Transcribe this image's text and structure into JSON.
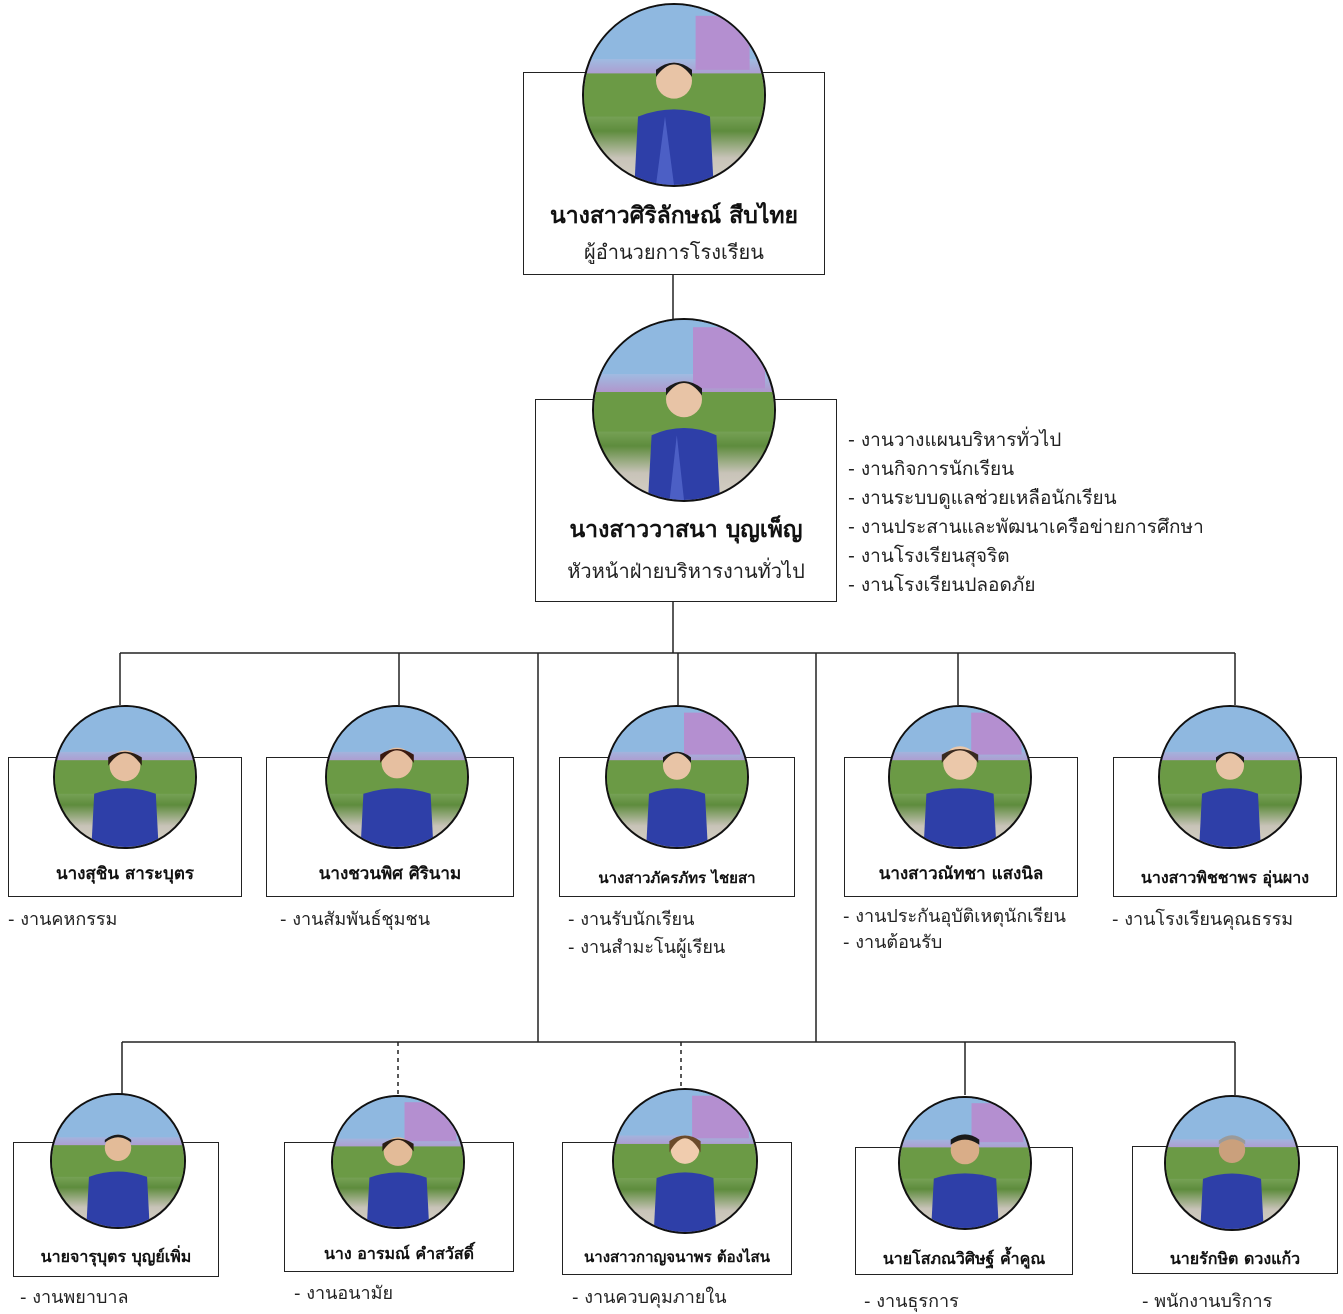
{
  "colors": {
    "line": "#222222",
    "uniform": "#2e3fa8",
    "text": "#111111"
  },
  "director": {
    "name": "นางสาวศิริลักษณ์ สืบไทย",
    "role": "ผู้อำนวยการโรงเรียน"
  },
  "head": {
    "name": "นางสาววาสนา บุญเพ็ญ",
    "role": "หัวหน้าฝ่ายบริหารงานทั่วไป",
    "duties": [
      "- งานวางแผนบริหารทั่วไป",
      "- งานกิจการนักเรียน",
      "- งานระบบดูแลช่วยเหลือนักเรียน",
      "- งานประสานและพัฒนาเครือข่ายการศึกษา",
      "- งานโรงเรียนสุจริต",
      "- งานโรงเรียนปลอดภัย"
    ]
  },
  "row1": [
    {
      "name": "นางสุชิน สาระบุตร",
      "duties": [
        "- งานคหกรรม"
      ]
    },
    {
      "name": "นางชวนพิศ ศิรินาม",
      "duties": [
        "- งานสัมพันธ์ชุมชน"
      ]
    },
    {
      "name": "นางสาวภัครภัทร ไชยสา",
      "duties": [
        "- งานรับนักเรียน",
        "- งานสำมะโนผู้เรียน"
      ]
    },
    {
      "name": "นางสาวณัทชา แสงนิล",
      "duties": [
        "- งานประกันอุบัติเหตุนักเรียน",
        "- งานต้อนรับ"
      ]
    },
    {
      "name": "นางสาวพิชชาพร อุ่นผาง",
      "duties": [
        "- งานโรงเรียนคุณธรรม"
      ]
    }
  ],
  "row2": [
    {
      "name": "นายจารุบุตร บุญย์เพิ่ม",
      "duties": [
        "- งานพยาบาล"
      ]
    },
    {
      "name": "นาง อารมณ์ คำสวัสดิ์",
      "duties": [
        "- งานอนามัย"
      ]
    },
    {
      "name": "นางสาวกาญจนาพร ต้องไสน",
      "duties": [
        "- งานควบคุมภายใน"
      ]
    },
    {
      "name": "นายโสภณวิศิษฐ์ ค้ำคูณ",
      "duties": [
        "- งานธุรการ"
      ]
    },
    {
      "name": "นายรักษิต ดวงแก้ว",
      "duties": [
        "- พนักงานบริการ"
      ]
    }
  ]
}
